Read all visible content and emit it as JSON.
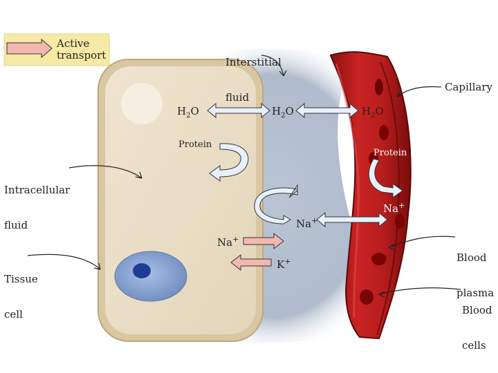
{
  "legend": {
    "label_line1": "Active",
    "label_line2": "transport"
  },
  "labels": {
    "interstitial_line1": "Interstitial",
    "interstitial_line2": "fluid",
    "capillary": "Capillary",
    "intracellular_line1": "Intracellular",
    "intracellular_line2": "fluid",
    "tissue_line1": "Tissue",
    "tissue_line2": "cell",
    "blood_plasma_line1": "Blood",
    "blood_plasma_line2": "plasma",
    "blood_cells_line1": "Blood",
    "blood_cells_line2": "cells"
  },
  "molecules": {
    "h2o_cell": "H",
    "h2o_interstitial": "H",
    "h2o_capillary": "H",
    "h2o_sub": "2",
    "h2o_o": "O",
    "protein_cell": "Protein",
    "protein_capillary": "Protein",
    "na_interstitial": "Na",
    "na_capillary": "Na",
    "na_cell": "Na",
    "k_cell": "K",
    "plus": "+"
  },
  "colors": {
    "cell_fill": "#e8dcc4",
    "cell_border": "#c9b38a",
    "interstitial": "#b3bfd0",
    "capillary": "#b81e1e",
    "capillary_dark": "#7a0d0d",
    "nucleus": "#7f9ccc",
    "active_arrow": "#f2b8b0",
    "passive_arrow": "#e8f0fb",
    "legend_bg": "#f7e9a6"
  }
}
